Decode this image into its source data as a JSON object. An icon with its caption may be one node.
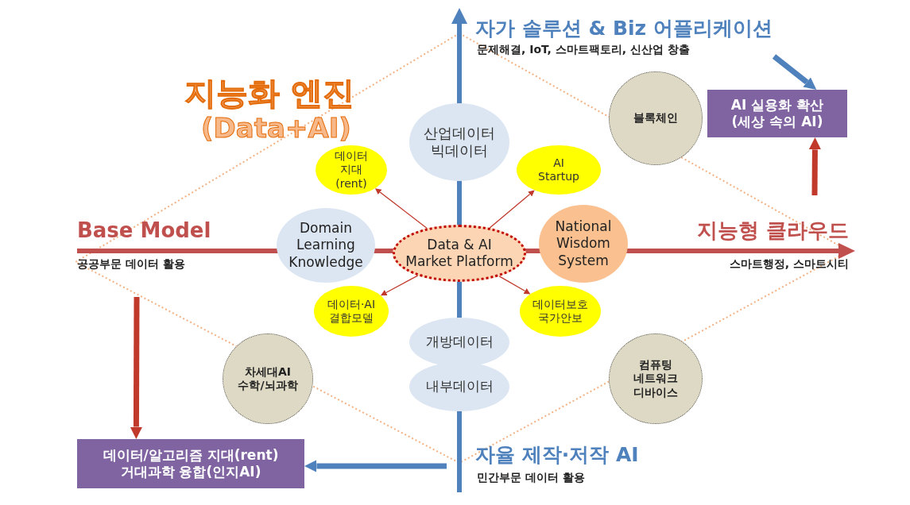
{
  "diagram": {
    "nodes": [
      {
        "text": [
          "Data & AI Market Platform"
        ]
      },
      {
        "text": [
          "Domain Learning Knowledge"
        ]
      },
      {
        "text": [
          "National Wisdom System"
        ]
      },
      {
        "text": [
          "산업데이터 빅데이터"
        ]
      },
      {
        "text": [
          "개방데이터"
        ]
      },
      {
        "text": [
          "내부데이터"
        ]
      },
      {
        "text": [
          "데이터 지대(rent)"
        ]
      },
      {
        "text": [
          "AI Startup"
        ]
      },
      {
        "text": [
          "데이터·AI 결합모델"
        ]
      },
      {
        "text": [
          "데이터보호 국가안보"
        ]
      },
      {
        "text": [
          "블록체인"
        ]
      },
      {
        "text": [
          "차세대AI 수학/뇌과학"
        ]
      },
      {
        "text": [
          "컴퓨팅 네트워크 디바이스"
        ]
      },
      {
        "text": [
          "AI 실용화 확산 (세상 속의 AI)"
        ]
      },
      {
        "text": [
          "데이터/알고리즘 지대(rent) 거대과학 융합(인지AI)"
        ]
      }
    ],
    "edges": [
      {
        "from": 0,
        "to": 6,
        "arrow": "to"
      },
      {
        "from": 0,
        "to": 7,
        "arrow": "to"
      },
      {
        "from": 0,
        "to": 8,
        "arrow": "to"
      },
      {
        "from": 0,
        "to": 9,
        "arrow": "to"
      },
      {
        "from": null,
        "to": 13,
        "arrow": "to",
        "style": "thick",
        "color": "#4f81bd"
      },
      {
        "from": null,
        "to": 13,
        "arrow": "to",
        "style": "thick"
      },
      {
        "from": null,
        "to": 14,
        "arrow": "to",
        "style": "thick"
      },
      {
        "from": null,
        "to": 14,
        "arrow": "to",
        "style": "thick",
        "color": "#4f81bd"
      }
    ],
    "labels": [
      "자가 솔루션 & Biz 어플리케이션",
      "문제해결, IoT, 스마트팩토리, 신산업 창출",
      "지능화 엔진",
      "(Data+AI)",
      "Base Model",
      "공공부문 데이터 활용",
      "지능형 클라우드",
      "스마트행정, 스마트시티",
      "자율 제작·저작 AI",
      "민간부문 데이터 활용"
    ]
  }
}
